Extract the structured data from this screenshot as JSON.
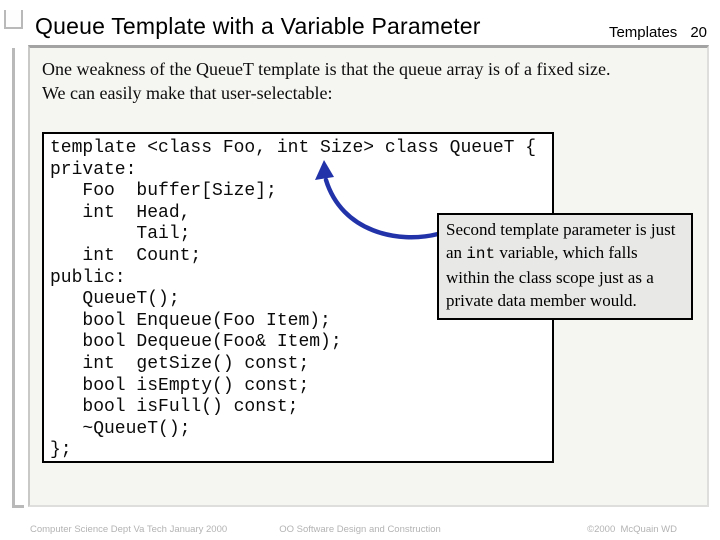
{
  "header": {
    "title": "Queue Template with a Variable Parameter",
    "section": "Templates",
    "page_number": "20"
  },
  "body": {
    "intro_lines": [
      "One weakness of the QueueT template is that the queue array is of a fixed size.",
      "We can easily make that user-selectable:"
    ],
    "code_lines": [
      "template <class Foo, int Size> class QueueT {",
      "private:",
      "   Foo  buffer[Size];",
      "   int  Head,",
      "        Tail;",
      "   int  Count;",
      "public:",
      "   QueueT();",
      "   bool Enqueue(Foo Item);",
      "   bool Dequeue(Foo& Item);",
      "   int  getSize() const;",
      "   bool isEmpty() const;",
      "   bool isFull() const;",
      "   ~QueueT();",
      "};"
    ],
    "callout": {
      "text_before": "Second template parameter is just an ",
      "code_word": "int",
      "text_after": " variable, which falls within the class scope just as a private data member would."
    }
  },
  "footer": {
    "left": "Computer Science Dept Va Tech January 2000",
    "center": "OO Software Design and Construction",
    "right": "©2000  McQuain WD"
  },
  "colors": {
    "arrow_blue": "#2233aa",
    "panel_bg": "#f5f5f2",
    "callout_bg": "#e8e8e6",
    "ornament_gray": "#b9b9b9",
    "footer_text": "#b3b3b3"
  }
}
